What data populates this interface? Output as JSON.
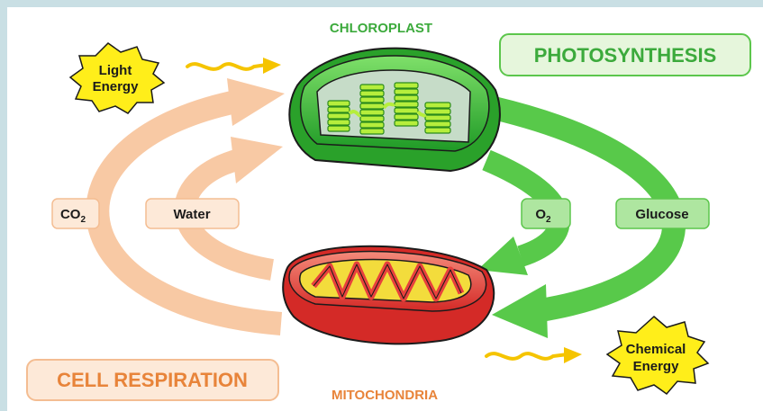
{
  "organelles": {
    "chloroplast": "CHLOROPLAST",
    "mitochondria": "MITOCHONDRIA"
  },
  "processes": {
    "photosynthesis": "PHOTOSYNTHESIS",
    "cell_respiration": "CELL RESPIRATION"
  },
  "energy": {
    "light_line1": "Light",
    "light_line2": "Energy",
    "chemical_line1": "Chemical",
    "chemical_line2": "Energy"
  },
  "molecules": {
    "co2_base": "CO",
    "co2_sub": "2",
    "water": "Water",
    "o2_base": "O",
    "o2_sub": "2",
    "glucose": "Glucose"
  },
  "colors": {
    "respiration_orange": "#f8c9a4",
    "respiration_text": "#e8843a",
    "photosynthesis_green": "#58c94a",
    "chloroplast_dark": "#2ca32c",
    "mitochondria_red": "#e8413c",
    "energy_yellow": "#ffee1a",
    "squiggle_yellow": "#f5c400"
  }
}
